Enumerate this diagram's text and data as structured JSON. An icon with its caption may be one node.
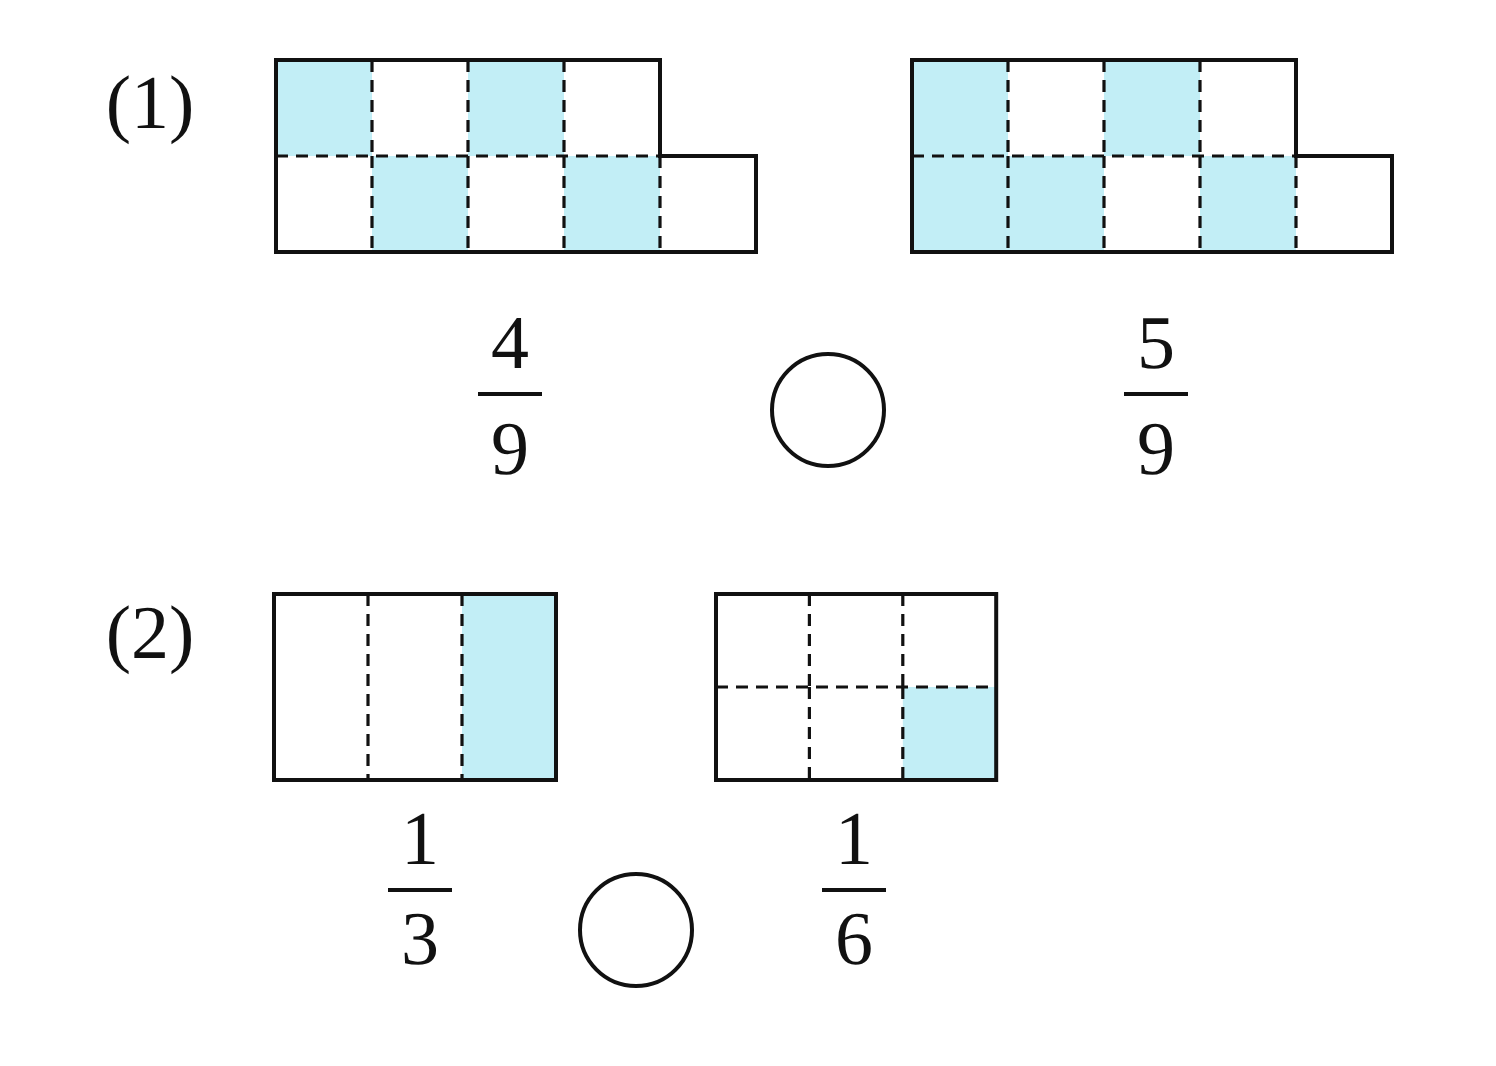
{
  "diagram": {
    "nodes": [
      {
        "text": [],
        "shape": "circle"
      },
      {
        "text": [],
        "shape": "circle"
      }
    ],
    "labels": [
      "(1)",
      "4",
      "9",
      "5",
      "9",
      "(2)",
      "1",
      "3",
      "1",
      "6"
    ]
  }
}
